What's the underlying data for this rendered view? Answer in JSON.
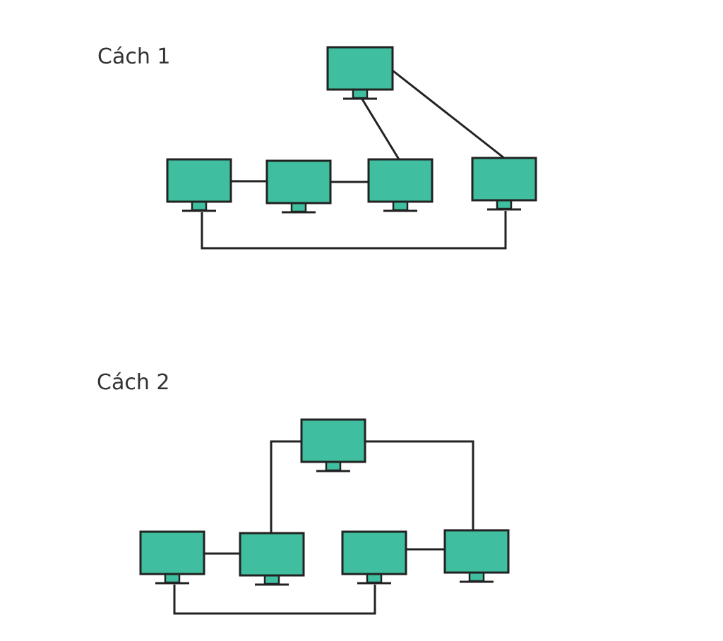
{
  "labels": {
    "method_1": "Cách 1",
    "method_2": "Cách 2"
  },
  "colors": {
    "screen_fill": "#3fbf9f",
    "outline": "#222222",
    "background": "#ffffff",
    "label_text": "#333333"
  },
  "diagrams": [
    {
      "name": "method-1",
      "computers": [
        "top",
        "row-1",
        "row-2",
        "row-3",
        "row-4"
      ],
      "connections": [
        [
          "row-1",
          "row-2"
        ],
        [
          "row-2",
          "row-3"
        ],
        [
          "top",
          "row-3"
        ],
        [
          "top",
          "row-4"
        ],
        [
          "row-1",
          "row-4"
        ]
      ]
    },
    {
      "name": "method-2",
      "computers": [
        "top",
        "row-1",
        "row-2",
        "row-3",
        "row-4"
      ],
      "connections": [
        [
          "row-1",
          "row-2"
        ],
        [
          "top",
          "row-2"
        ],
        [
          "top",
          "row-4"
        ],
        [
          "row-3",
          "row-4"
        ],
        [
          "row-1",
          "row-3"
        ]
      ]
    }
  ]
}
